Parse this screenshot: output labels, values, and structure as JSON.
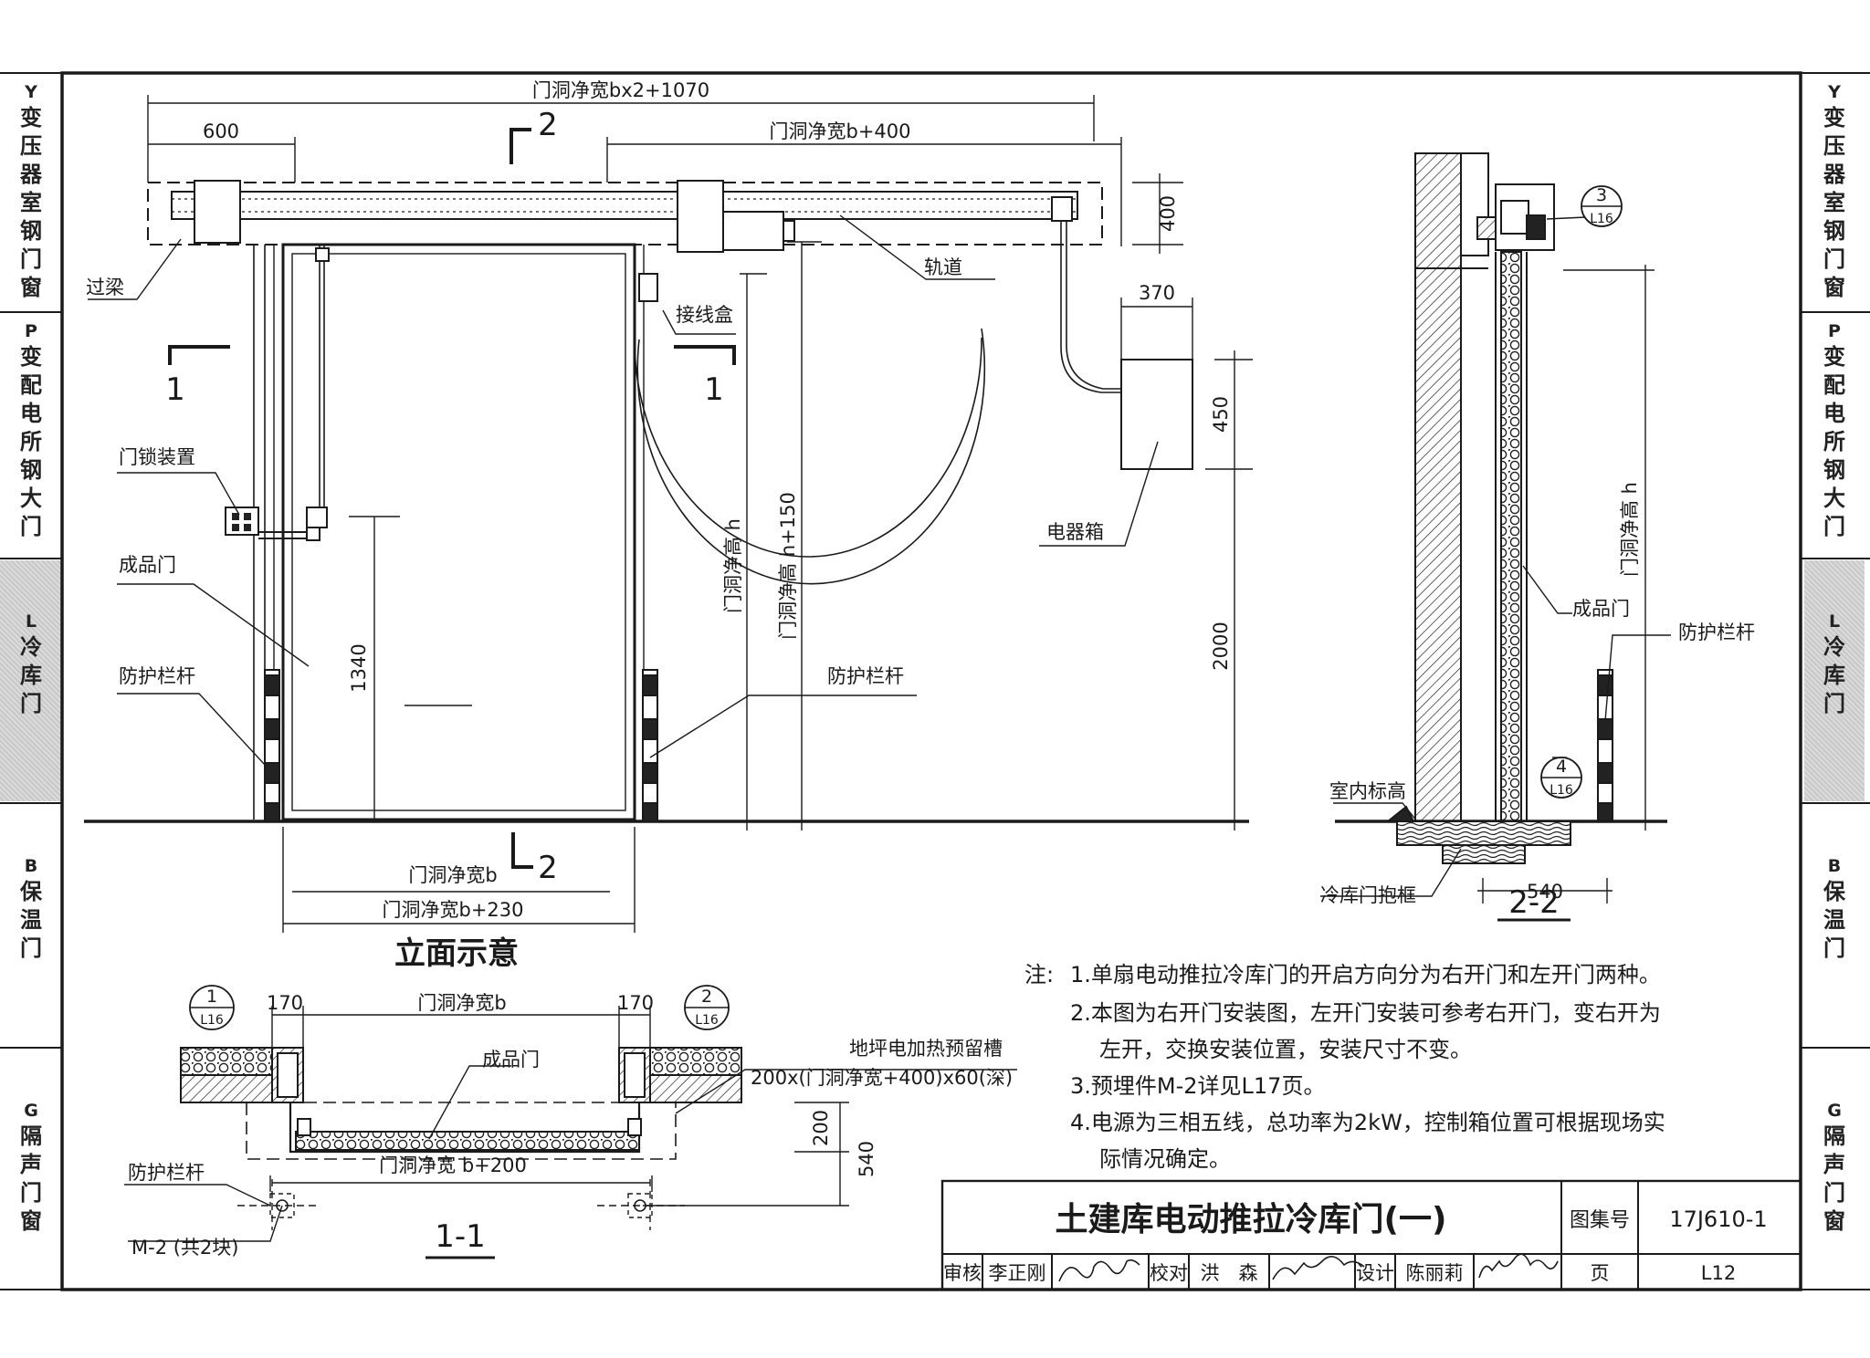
{
  "side_tabs": [
    {
      "code": "Y",
      "chars": [
        "变",
        "压",
        "器",
        "室",
        "钢",
        "门",
        "窗"
      ],
      "active": false
    },
    {
      "code": "P",
      "chars": [
        "变",
        "配",
        "电",
        "所",
        "钢",
        "大",
        "门"
      ],
      "active": false
    },
    {
      "code": "L",
      "chars": [
        "冷",
        "库",
        "门"
      ],
      "active": true
    },
    {
      "code": "B",
      "chars": [
        "保",
        "温",
        "门"
      ],
      "active": false
    },
    {
      "code": "G",
      "chars": [
        "隔",
        "声",
        "门",
        "窗"
      ],
      "active": false
    }
  ],
  "elevation": {
    "title": "立面示意",
    "dim_total": "门洞净宽bx2+1070",
    "dim_600": "600",
    "dim_b400": "门洞净宽b+400",
    "dim_400": "400",
    "dim_370": "370",
    "dim_450": "450",
    "dim_2000": "2000",
    "dim_1340": "1340",
    "dim_h": "门洞净高 h",
    "dim_h150": "门洞净高 h+150",
    "dim_b": "门洞净宽b",
    "dim_b230": "门洞净宽b+230",
    "section_num_1": "1",
    "section_num_2": "2",
    "labels": {
      "lintel": "过梁",
      "track": "轨道",
      "junction_box": "接线盒",
      "lock": "门锁装置",
      "door": "成品门",
      "guardrail_left": "防护栏杆",
      "guardrail_right": "防护栏杆",
      "elec_box": "电器箱"
    }
  },
  "section_2_2": {
    "title": "2-2",
    "dim_h": "门洞净高 h",
    "dim_540": "540",
    "callout_3": {
      "num": "3",
      "page": "L16"
    },
    "callout_4": {
      "num": "4",
      "page": "L16"
    },
    "labels": {
      "door": "成品门",
      "guardrail": "防护栏杆",
      "floor_level": "室内标高",
      "frame": "冷库门抱框"
    }
  },
  "section_1_1": {
    "title": "1-1",
    "dim_170_left": "170",
    "dim_170_right": "170",
    "dim_b": "门洞净宽b",
    "dim_b200": "门洞净宽 b+200",
    "dim_200": "200",
    "dim_540": "540",
    "callout_1": {
      "num": "1",
      "page": "L16"
    },
    "callout_2": {
      "num": "2",
      "page": "L16"
    },
    "labels": {
      "door": "成品门",
      "heating_slot": "地坪电加热预留槽",
      "slot_size": "200x(门洞净宽+400)x60(深)",
      "guardrail": "防护栏杆",
      "embed": "M-2 (共2块)"
    }
  },
  "notes": {
    "prefix": "注:",
    "lines": [
      "1.单扇电动推拉冷库门的开启方向分为右开门和左开门两种。",
      "2.本图为右开门安装图，左开门安装可参考右开门，变右开为",
      "左开，交换安装位置，安装尺寸不变。",
      "3.预埋件M-2详见L17页。",
      "4.电源为三相五线，总功率为2kW，控制箱位置可根据现场实",
      "际情况确定。"
    ]
  },
  "title_block": {
    "title": "土建库电动推拉冷库门(一)",
    "atlas_label": "图集号",
    "atlas_no": "17J610-1",
    "review_label": "审核",
    "reviewer": "李正刚",
    "check_label": "校对",
    "checker": "洪　森",
    "design_label": "设计",
    "designer": "陈丽莉",
    "page_label": "页",
    "page_no": "L12"
  }
}
